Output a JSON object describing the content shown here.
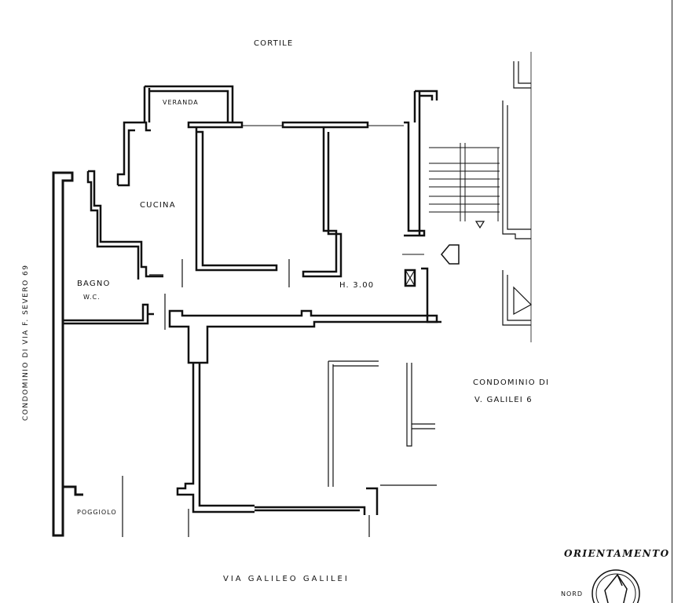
{
  "labels": {
    "courtyard": "CORTILE",
    "veranda": "VERANDA",
    "kitchen": "CUCINA",
    "bathroom_line1": "BAGNO",
    "bathroom_line2": "W.C.",
    "height": "H. 3.00",
    "balcony": "POGGIOLO",
    "neighbor_line1": "CONDOMINIO DI",
    "neighbor_line2": "V. GALILEI 6",
    "side_neighbor": "CONDOMINIO DI VIA F. SEVERO 69",
    "street": "VIA GALILEO GALILEI",
    "orientation_title": "ORIENTAMENTO",
    "north": "NORD"
  }
}
